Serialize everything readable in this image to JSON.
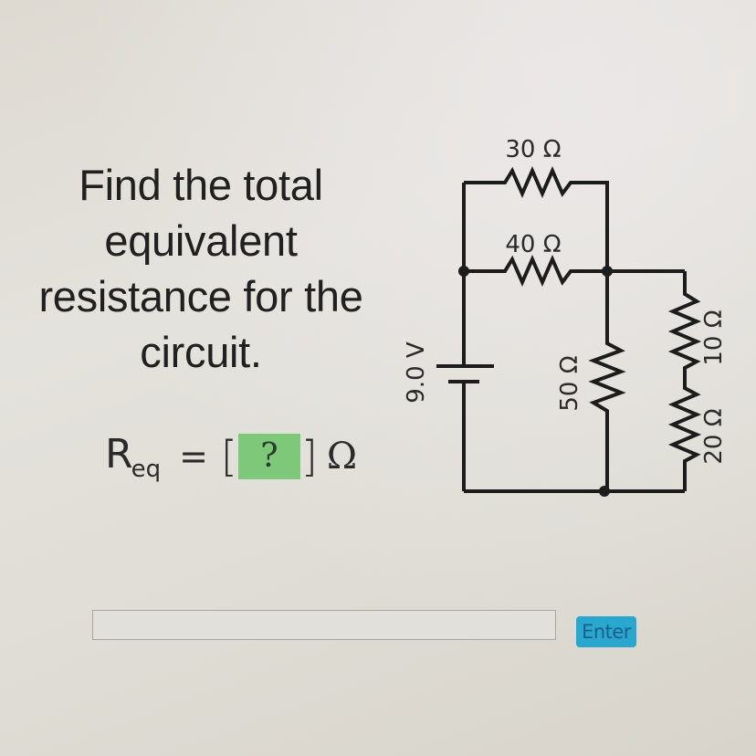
{
  "question": {
    "lines": [
      "Find the total",
      "equivalent",
      "resistance for the",
      "circuit."
    ]
  },
  "equation": {
    "variable": "R",
    "subscript": "eq",
    "equals": "=",
    "bracket_open": "[",
    "placeholder": "?",
    "bracket_close": "]",
    "unit": "Ω",
    "slot_color": "#7ec87a"
  },
  "circuit": {
    "battery": {
      "label": "9.0 V"
    },
    "resistors": [
      {
        "id": "r30",
        "label": "30 Ω",
        "value_ohms": 30,
        "position": "top branch"
      },
      {
        "id": "r40",
        "label": "40 Ω",
        "value_ohms": 40,
        "position": "middle branch, parallel with 30 Ω"
      },
      {
        "id": "r50",
        "label": "50 Ω",
        "value_ohms": 50,
        "position": "center vertical branch"
      },
      {
        "id": "r10",
        "label": "10 Ω",
        "value_ohms": 10,
        "position": "right branch, upper"
      },
      {
        "id": "r20",
        "label": "20 Ω",
        "value_ohms": 20,
        "position": "right branch, lower (series with 10 Ω)"
      }
    ]
  },
  "answer": {
    "input_value": "",
    "input_placeholder": "",
    "enter_label": "Enter",
    "enter_color": "#2aa7cf"
  }
}
